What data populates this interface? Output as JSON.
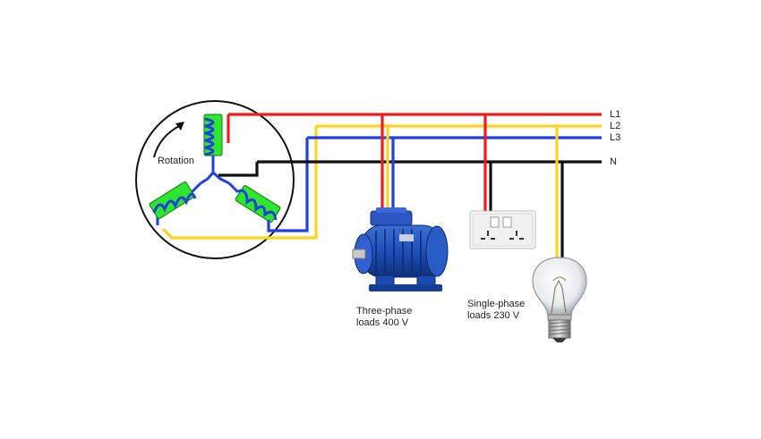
{
  "lines": {
    "l1": {
      "label": "L1",
      "color": "#ee1c1c"
    },
    "l2": {
      "label": "L2",
      "color": "#ffd21f"
    },
    "l3": {
      "label": "L3",
      "color": "#1f3fe0"
    },
    "n": {
      "label": "N",
      "color": "#111111"
    }
  },
  "generator": {
    "rotation_label": "Rotation",
    "coil_color": "#2ee62e",
    "winding_color": "#1f3fe0"
  },
  "loads": {
    "three_phase": {
      "line1": "Three-phase",
      "line2": "loads 400 V",
      "icon": "electric-motor-icon"
    },
    "single_phase": {
      "line1": "Single-phase",
      "line2": "loads 230 V",
      "icon": "socket-outlet-icon"
    },
    "bulb": {
      "icon": "light-bulb-icon"
    }
  }
}
